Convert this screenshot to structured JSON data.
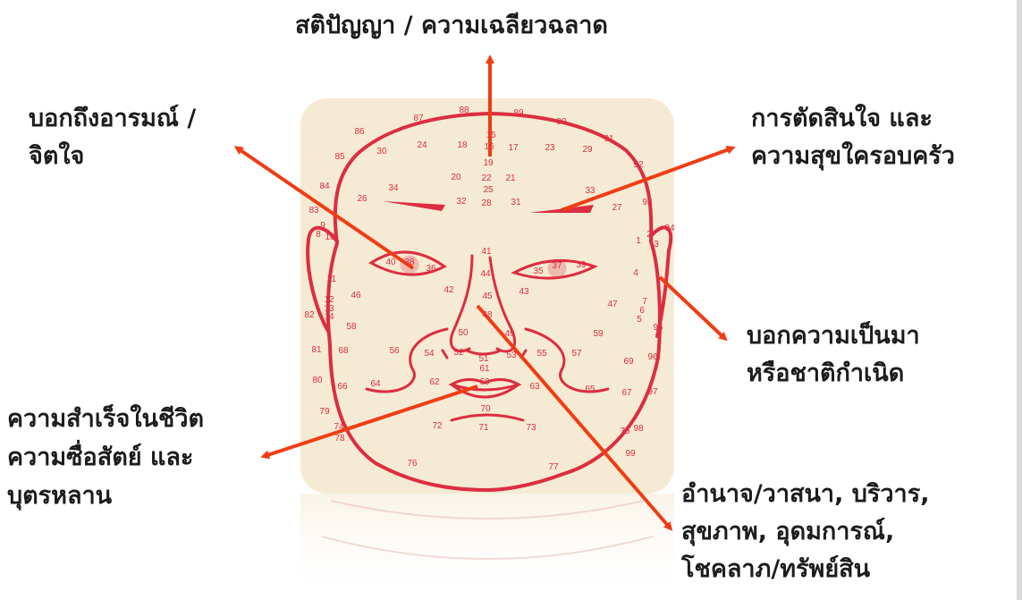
{
  "labels": {
    "top": "สติปัญญา / ความเฉลียวฉลาด",
    "upper_left": [
      "บอกถึงอารมณ์ /",
      "จิตใจ"
    ],
    "upper_right": [
      "การตัดสินใจ และ",
      "ความสุขใครอบครัว"
    ],
    "right_middle": [
      "บอกความเป็นมา",
      "หรือชาติกำเนิด"
    ],
    "lower_left": [
      "ความสำเร็จในชีวิต",
      "ความซื่อสัตย์ และ",
      "บุตรหลาน"
    ],
    "lower_right": [
      "อำนาจ/วาสนา, บริวาร,",
      "สุขภาพ, อุดมการณ์,",
      "โชคลาภ/ทรัพย์สิน"
    ]
  },
  "face_numbers": [
    "1",
    "2",
    "3",
    "4",
    "5",
    "6",
    "7",
    "8",
    "9",
    "10",
    "11",
    "12",
    "13",
    "14",
    "15",
    "16",
    "17",
    "18",
    "19",
    "20",
    "21",
    "22",
    "23",
    "24",
    "25",
    "26",
    "27",
    "28",
    "29",
    "30",
    "31",
    "32",
    "33",
    "34",
    "35",
    "36",
    "37",
    "38",
    "39",
    "40",
    "41",
    "42",
    "43",
    "44",
    "45",
    "46",
    "47",
    "48",
    "49",
    "50",
    "51",
    "52",
    "53",
    "54",
    "55",
    "56",
    "57",
    "58",
    "59",
    "60",
    "61",
    "62",
    "63",
    "64",
    "65",
    "66",
    "67",
    "68",
    "69",
    "70",
    "71",
    "72",
    "73",
    "74",
    "75",
    "76",
    "77",
    "78",
    "79",
    "80",
    "81",
    "82",
    "83",
    "84",
    "85",
    "86",
    "87",
    "88",
    "89",
    "90",
    "91",
    "92",
    "93",
    "94",
    "95",
    "96",
    "97",
    "98",
    "99"
  ],
  "colors": {
    "arrow": "#f03c14",
    "face_line": "#dc2d41",
    "card_bg": "#f5ead3",
    "text": "#1c1c1c"
  }
}
